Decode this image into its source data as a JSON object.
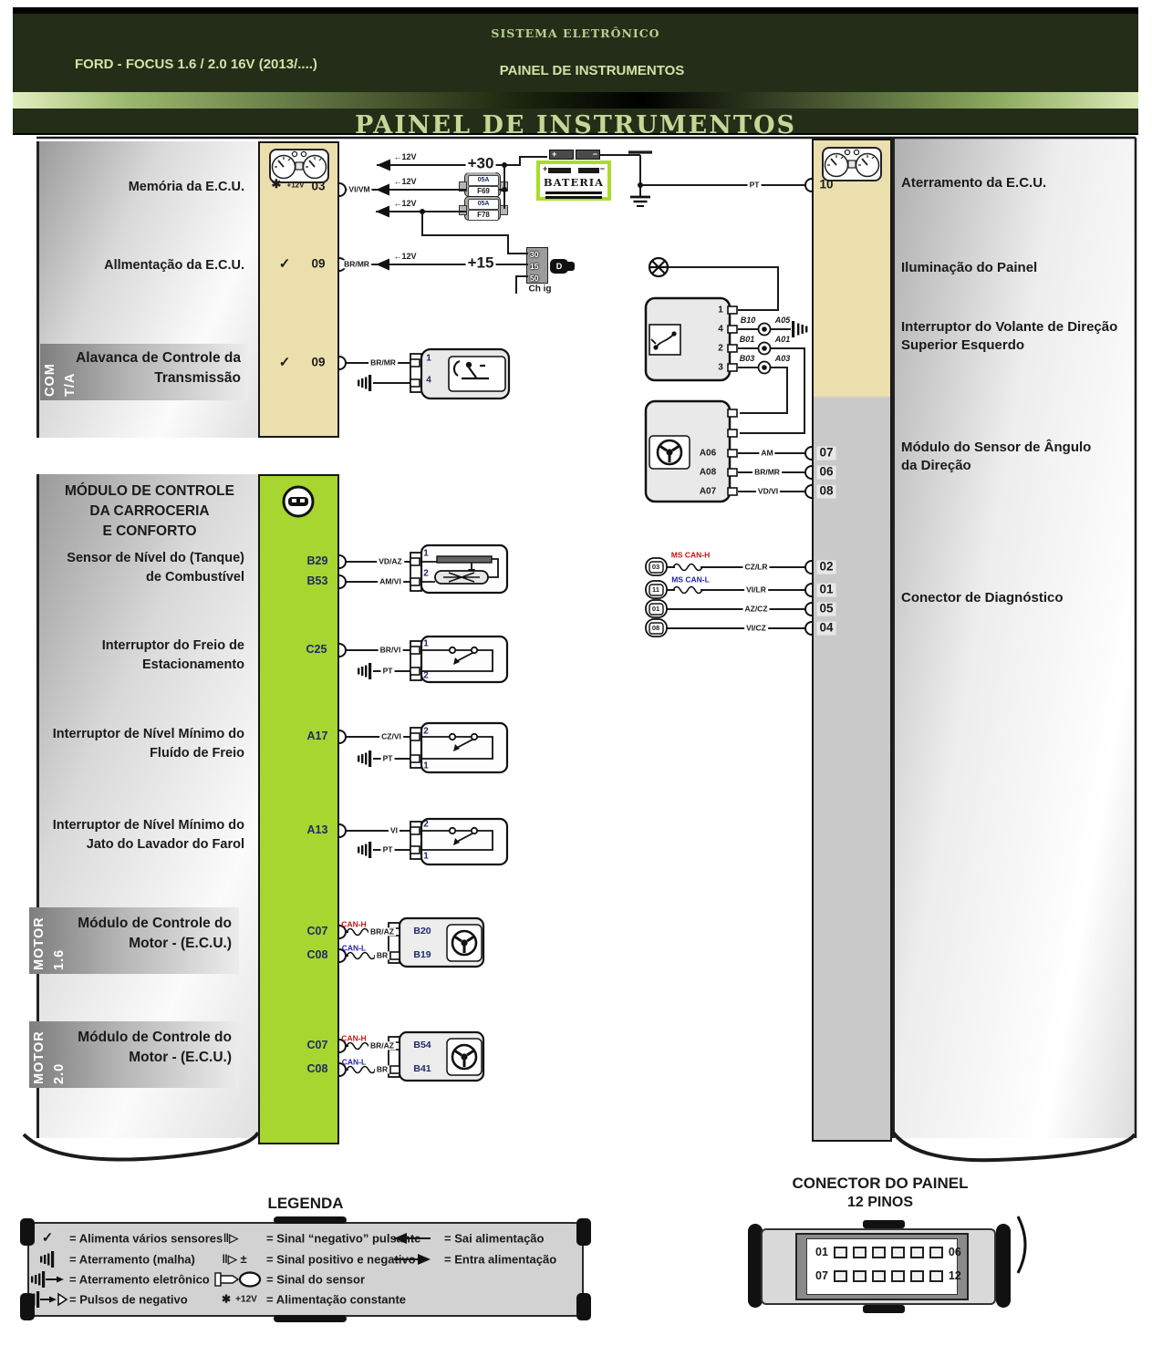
{
  "header": {
    "system": "SISTEMA ELETRÔNICO",
    "model": "FORD - FOCUS 1.6 / 2.0 16V (2013/....)",
    "subtitle": "PAINEL DE INSTRUMENTOS",
    "title": "PAINEL DE INSTRUMENTOS"
  },
  "labels_left": {
    "memoria": "Memória da E.C.U.",
    "alimentacao": "Allmentação da E.C.U.",
    "alavanca1": "Alavanca de Controle da",
    "alavanca2": "Transmissão",
    "com": "COM",
    "ta": "T/A",
    "bcm1": "MÓDULO DE CONTROLE",
    "bcm2": "DA CARROCERIA",
    "bcm3": "E CONFORTO",
    "fuel1": "Sensor de Nível do (Tanque)",
    "fuel2": "de Combustível",
    "park1": "Interruptor do Freio de",
    "park2": "Estacionamento",
    "fluid1": "Interruptor de Nível Mínimo do",
    "fluid2": "Fluído de Freio",
    "washer1": "Interruptor de Nível Mínimo do",
    "washer2": "Jato do Lavador do Farol",
    "motor": "MOTOR",
    "m16": "1.6",
    "m20": "2.0",
    "mcm1": "Módulo de Controle do",
    "mcm2": "Motor - (E.C.U.)"
  },
  "labels_right": {
    "aterramento": "Aterramento da E.C.U.",
    "iluminacao": "Iluminação do Painel",
    "volante1": "Interruptor do Volante de Direção",
    "volante2": "Superior Esquerdo",
    "angulo1": "Módulo do Sensor de Ângulo",
    "angulo2": "da Direção",
    "diag": "Conector de Diagnóstico"
  },
  "sym": {
    "check": "✓",
    "star": "✱",
    "plus12": "+12V",
    "v12": "←12V"
  },
  "pins_ecu": {
    "p03": "03",
    "p09": "09",
    "p10": "10",
    "p07": "07",
    "p06": "06",
    "p08": "08",
    "p02": "02",
    "p01": "01",
    "p05": "05",
    "p04": "04"
  },
  "pins_green": {
    "b29": "B29",
    "b53": "B53",
    "c25": "C25",
    "a17": "A17",
    "a13": "A13",
    "c07": "C07",
    "c08": "C08"
  },
  "wires": {
    "vivm": "VI/VM",
    "brmr": "BR/MR",
    "p30": "+30",
    "p15": "+15",
    "pt": "PT",
    "am": "AM",
    "vdvi": "VD/VI",
    "czlr": "CZ/LR",
    "vilr": "VI/LR",
    "azcz": "AZ/CZ",
    "vicz": "VI/CZ",
    "vdaz": "VD/AZ",
    "amvi": "AM/VI",
    "brvi": "BR/VI",
    "czvi": "CZ/VI",
    "vi": "VI",
    "braz": "BR/AZ",
    "br": "BR",
    "canh": "CAN-H",
    "canl": "CAN-L",
    "mscanh": "MS CAN-H",
    "mscanl": "MS CAN-L"
  },
  "battery": {
    "label": "BATERIA",
    "plus": "+",
    "minus": "−"
  },
  "fuses": {
    "amp": "05A",
    "f69": "F69",
    "f78": "F78"
  },
  "ignition": {
    "t30": "30",
    "t15": "15",
    "t50": "50",
    "label": "Ch ig",
    "key": "D"
  },
  "sw_switch": {
    "p1": "1",
    "p4": "4",
    "p2": "2",
    "p3": "3",
    "b10": "B10",
    "a05": "A05",
    "b01": "B01",
    "a01": "A01",
    "b03": "B03",
    "a03": "A03"
  },
  "angle": {
    "a06": "A06",
    "a08": "A08",
    "a07": "A07"
  },
  "diag_pins": {
    "p03": "03",
    "p11": "11",
    "p01": "01",
    "p08": "08"
  },
  "comp": {
    "n1": "1",
    "n2": "2",
    "n4": "4",
    "b20": "B20",
    "b19": "B19",
    "b54": "B54",
    "b41": "B41"
  },
  "legend": {
    "title": "LEGENDA",
    "r1c1": "= Alimenta vários sensores",
    "r2c1": "= Aterramento (malha)",
    "r3c1": "= Aterramento eletrônico",
    "r4c1": "= Pulsos de negativo",
    "r1c2": "= Sinal “negativo” pulsante",
    "r2c2": "= Sinal positivo e negativo",
    "r3c2": "= Sinal do sensor",
    "r4c2": "= Alimentação constante",
    "pulse": "‖▷",
    "pulsepm": "‖▷ ±",
    "r1c3": "= Sai alimentação",
    "r2c3": "= Entra alimentação"
  },
  "connector": {
    "t1": "CONECTOR DO PAINEL",
    "t2": "12 PINOS",
    "tl": "01",
    "tr": "06",
    "bl": "07",
    "br": "12"
  },
  "colors": {
    "tan": "#ecdfae",
    "green": "#a6d62f",
    "navy": "#1e2a66",
    "can_h": "#cc1111",
    "can_l": "#2020bb",
    "battery_outline": "#abdb28"
  }
}
